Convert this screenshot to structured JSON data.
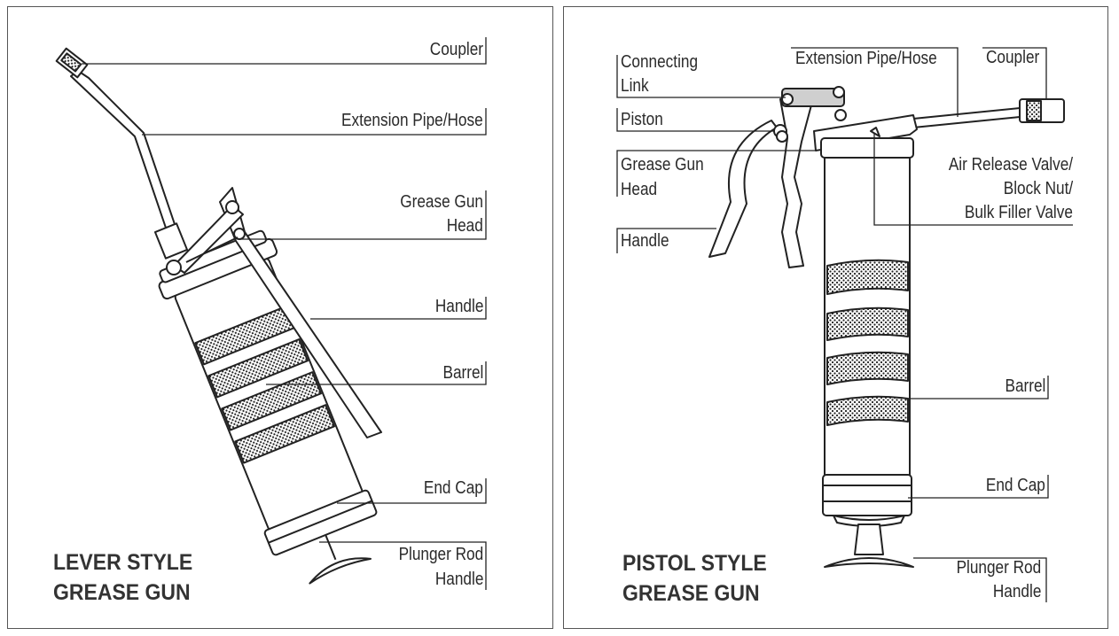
{
  "lever_panel": {
    "title_line1": "LEVER STYLE",
    "title_line2": "GREASE GUN",
    "labels": {
      "coupler": "Coupler",
      "extension": "Extension Pipe/Hose",
      "head_line1": "Grease Gun",
      "head_line2": "Head",
      "handle": "Handle",
      "barrel": "Barrel",
      "end_cap": "End Cap",
      "plunger_line1": "Plunger Rod",
      "plunger_line2": "Handle"
    }
  },
  "pistol_panel": {
    "title_line1": "PISTOL STYLE",
    "title_line2": "GREASE GUN",
    "labels": {
      "link_line1": "Connecting",
      "link_line2": "Link",
      "piston": "Piston",
      "head_line1": "Grease Gun",
      "head_line2": "Head",
      "handle": "Handle",
      "extension": "Extension Pipe/Hose",
      "coupler": "Coupler",
      "valve_line1": "Air Release Valve/",
      "valve_line2": "Block Nut/",
      "valve_line3": "Bulk Filler Valve",
      "barrel": "Barrel",
      "end_cap": "End Cap",
      "plunger_line1": "Plunger Rod",
      "plunger_line2": "Handle"
    }
  },
  "colors": {
    "line": "#222222",
    "border": "#555555",
    "text": "#2a2a2a"
  }
}
